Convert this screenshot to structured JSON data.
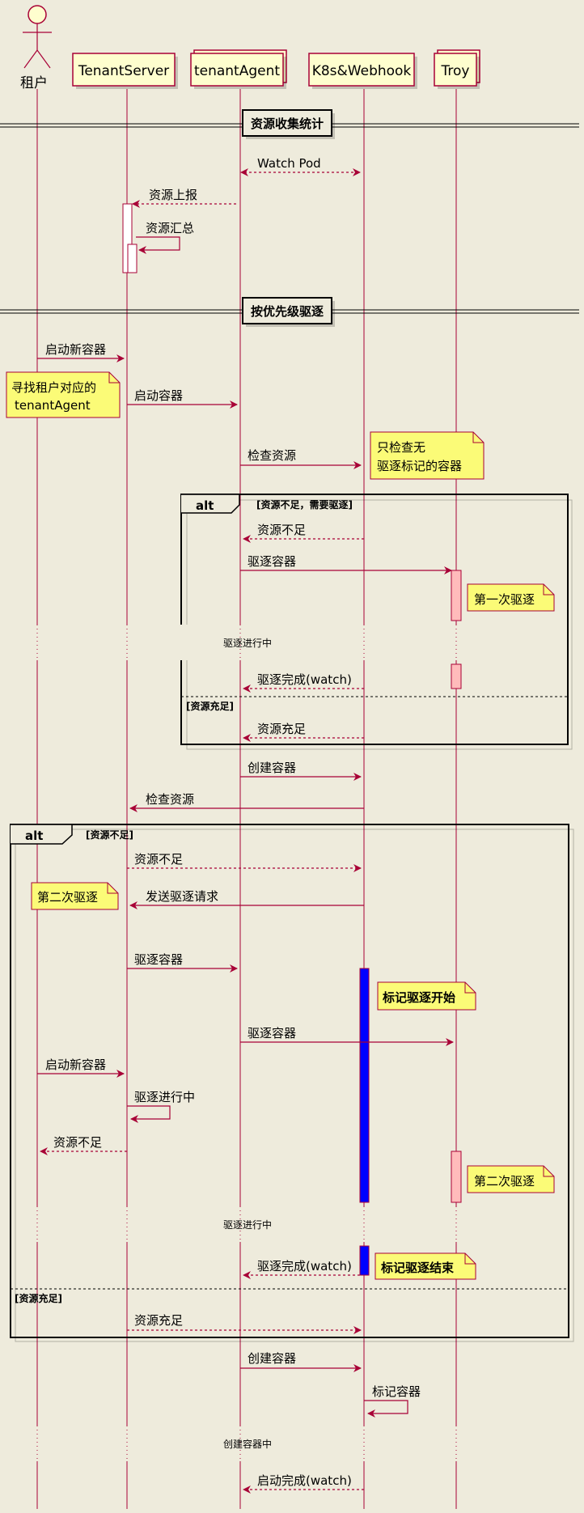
{
  "participants": [
    {
      "id": "user",
      "label": "租户",
      "type": "actor"
    },
    {
      "id": "ts",
      "label": "TenantServer",
      "type": "participant"
    },
    {
      "id": "ta",
      "label": "tenantAgent",
      "type": "collections"
    },
    {
      "id": "k8s",
      "label": "K8s&Webhook",
      "type": "participant"
    },
    {
      "id": "troy",
      "label": "Troy",
      "type": "collections"
    }
  ],
  "dividers": {
    "stats": "资源收集统计",
    "evict": "按优先级驱逐"
  },
  "messages": {
    "watch_pod": "Watch Pod",
    "report": "资源上报",
    "summary": "资源汇总",
    "start_new_1": "启动新容器",
    "start_container": "启动容器",
    "check_res_1": "检查资源",
    "res_insufficient_1": "资源不足",
    "evict_1": "驱逐容器",
    "evict_done_1": "驱逐完成(watch)",
    "res_sufficient_1": "资源充足",
    "create_1": "创建容器",
    "check_res_2": "检查资源",
    "res_insufficient_2": "资源不足",
    "send_evict": "发送驱逐请求",
    "evict_2": "驱逐容器",
    "evict_3": "驱逐容器",
    "start_new_2": "启动新容器",
    "evicting": "驱逐进行中",
    "res_insufficient_3": "资源不足",
    "evict_done_2": "驱逐完成(watch)",
    "res_sufficient_2": "资源充足",
    "create_2": "创建容器",
    "mark": "标记容器",
    "start_done": "启动完成(watch)"
  },
  "notes": {
    "find_agent_1": "寻找租户对应的",
    "find_agent_2": "tenantAgent",
    "only_check_1": "只检查无",
    "only_check_2": "驱逐标记的容器",
    "first_evict": "第一次驱逐",
    "second_evict_left": "第二次驱逐",
    "mark_start": "标记驱逐开始",
    "second_evict_right": "第二次驱逐",
    "mark_end": "标记驱逐结束"
  },
  "delays": {
    "evicting_1": "驱逐进行中",
    "evicting_2": "驱逐进行中",
    "creating": "创建容器中"
  },
  "fragments": {
    "alt1": {
      "keyword": "alt",
      "cond": "[资源不足，需要驱逐]",
      "else": "[资源充足]"
    },
    "alt2": {
      "keyword": "alt",
      "cond": "[资源不足]",
      "else": "[资源充足]"
    }
  },
  "colors": {
    "background": "#EEEBDC",
    "line": "#A80036",
    "participant_fill": "#FEFECE",
    "note_fill": "#FBFB77",
    "activation_troy": "#FFBBBB",
    "activation_k8s": "#0000FF"
  }
}
